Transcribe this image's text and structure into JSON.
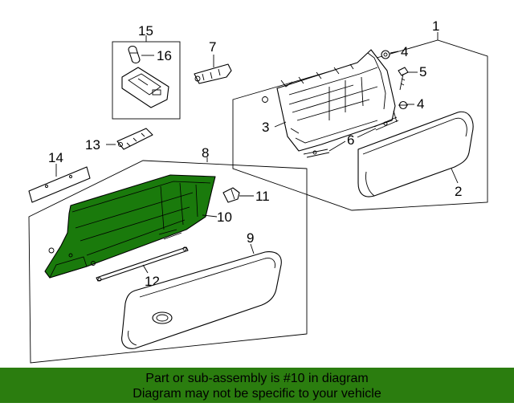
{
  "diagram": {
    "callouts": {
      "c1": "1",
      "c2": "2",
      "c3": "3",
      "c4a": "4",
      "c4b": "4",
      "c5": "5",
      "c6": "6",
      "c7": "7",
      "c8": "8",
      "c9": "9",
      "c10": "10",
      "c11": "11",
      "c12": "12",
      "c13": "13",
      "c14": "14",
      "c15": "15",
      "c16": "16"
    },
    "highlight_color": "#1a7a0c"
  },
  "banner": {
    "line1": "Part or sub-assembly is #10 in diagram",
    "line2": "Diagram may not be specific to your vehicle",
    "background": "#2b7d0f"
  }
}
